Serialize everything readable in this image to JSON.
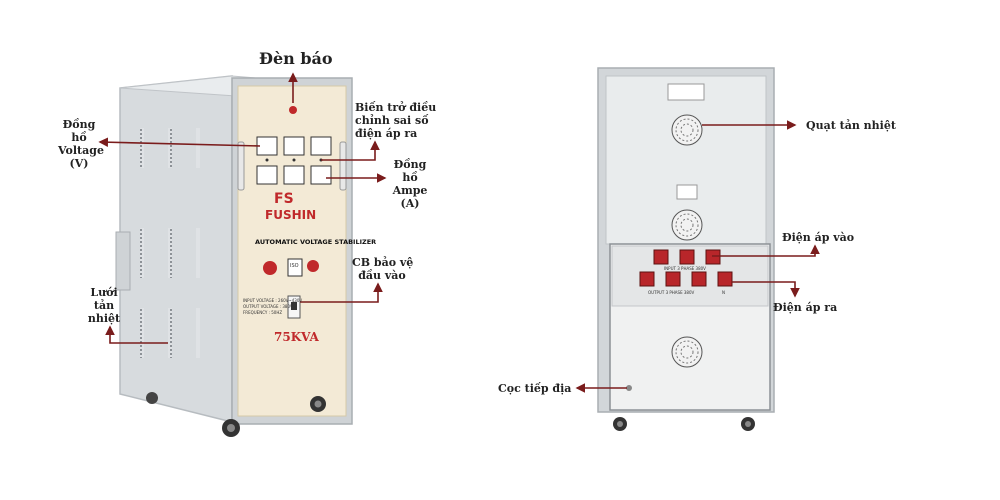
{
  "front": {
    "brand_initials": "FS",
    "brand_name": "FUSHIN",
    "model_title": "AUTOMATIC VOLTAGE STABILIZER",
    "capacity": "75KVA",
    "spec_lines": [
      "INPUT VOLTAGE : 260V~430V",
      "OUTPUT VOLTAGE : 380V",
      "FREQUENCY : 50HZ"
    ],
    "cert_badge": "ISO"
  },
  "back": {
    "input_strip": "INPUT 3 PHASE 380V",
    "output_strip": "OUTPUT 3 PHASE 380V",
    "neutral_mark": "N"
  },
  "labels": {
    "den_bao": "Đèn báo",
    "dong_ho_voltage": [
      "Đồng",
      "hồ",
      "Voltage",
      "(V)"
    ],
    "bien_tro": [
      "Biến trở điều",
      "chỉnh sai số",
      "điện áp ra"
    ],
    "dong_ho_ampe": [
      "Đồng",
      "hồ",
      "Ampe",
      "(A)"
    ],
    "cb_bao_ve": [
      "CB bảo vệ",
      "đầu vào"
    ],
    "luoi_tan_nhiet": [
      "Lưới",
      "tản",
      "nhiệt"
    ],
    "quat_tan_nhiet": "Quạt tản nhiệt",
    "dien_ap_vao": "Điện áp vào",
    "dien_ap_ra": "Điện áp ra",
    "coc_tiep_dia": "Cọc tiếp địa"
  },
  "colors": {
    "arrow": "#7a1c1c",
    "panel": "#f3ead6",
    "cabinet": "#d9dde0",
    "brand": "#c0292b",
    "terminal": "#b8262a"
  }
}
